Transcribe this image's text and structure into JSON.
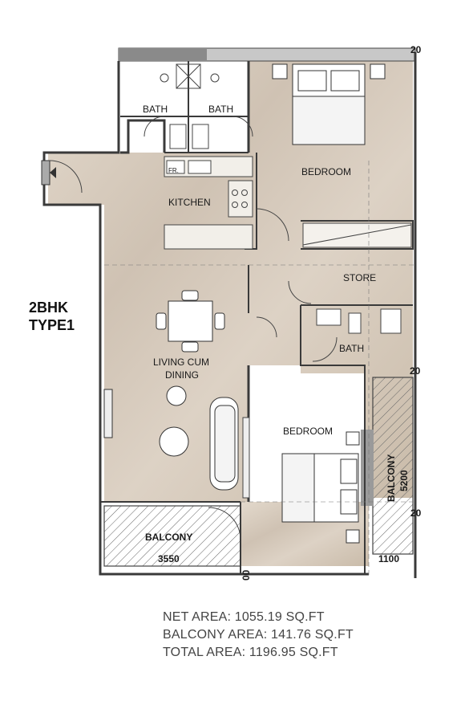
{
  "unit": {
    "line1": "2BHK",
    "line2": "TYPE1"
  },
  "rooms": {
    "bath_left": "BATH",
    "bath_right": "BATH",
    "bedroom_1": "BEDROOM",
    "kitchen": "KITCHEN",
    "fridge": "FR.",
    "store": "STORE",
    "bath_2": "BATH",
    "living_line1": "LIVING CUM",
    "living_line2": "DINING",
    "bedroom_2": "BEDROOM",
    "balcony_bottom": "BALCONY",
    "balcony_side_line1": "BALCONY",
    "balcony_side_line2": "5200"
  },
  "dimensions": {
    "balcony_width": "3550",
    "side_balcony_width": "1100",
    "marker_top": "20",
    "marker_mid": "20",
    "marker_low": "20",
    "marker_bottom": "00"
  },
  "areas": {
    "net": "NET AREA: 1055.19 SQ.FT",
    "balcony": "BALCONY AREA: 141.76 SQ.FT",
    "total": "TOTAL AREA: 1196.95 SQ.FT"
  },
  "colors": {
    "floor": "#d9cdbf",
    "wall": "#3a3a3a",
    "balcony_hatch": "#555555"
  }
}
